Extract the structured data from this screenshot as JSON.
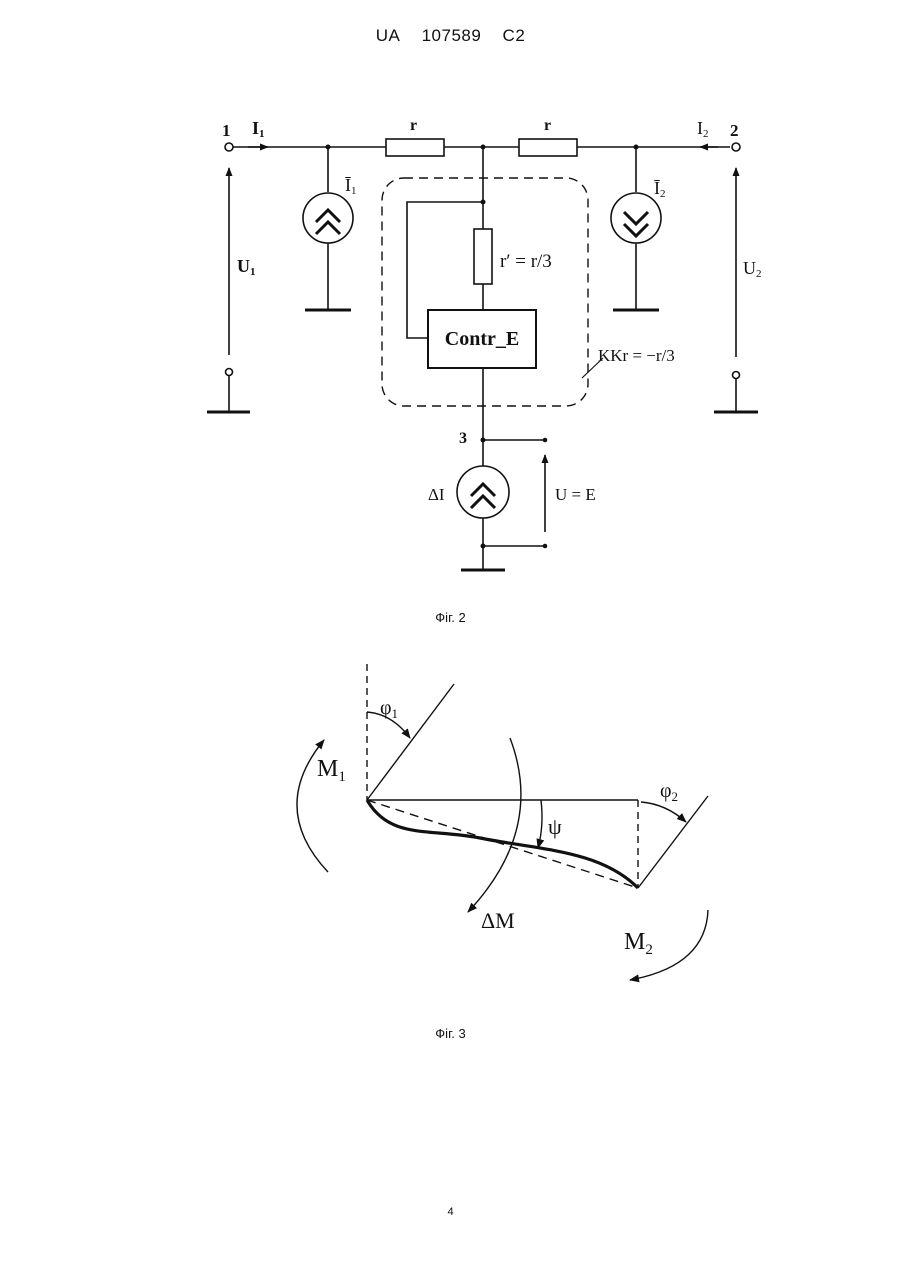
{
  "header": {
    "office": "UA",
    "number": "107589",
    "kind": "C2"
  },
  "fig2": {
    "caption": "Фіг. 2",
    "terminal_1": "1",
    "terminal_2": "2",
    "terminal_3": "3",
    "current_1": "I",
    "current_1_sub": "1",
    "current_2": "I",
    "current_2_sub": "2",
    "resistor_left": "r",
    "resistor_right": "r",
    "source_1": "Ī",
    "source_1_sub": "1",
    "source_2": "Ī",
    "source_2_sub": "2",
    "voltage_1": "U",
    "voltage_1_sub": "1",
    "voltage_2": "U",
    "voltage_2_sub": "2",
    "resistor_inner": "r′ = r/3",
    "controller": "Contr_E",
    "converter": "KKr = −r/3",
    "delta_source": "ΔI",
    "voltage_out": "U = E"
  },
  "fig3": {
    "caption": "Фіг. 3",
    "angle_1": "φ",
    "angle_1_sub": "1",
    "angle_2": "φ",
    "angle_2_sub": "2",
    "moment_1": "M",
    "moment_1_sub": "1",
    "moment_2": "M",
    "moment_2_sub": "2",
    "twist_angle": "ψ",
    "delta_moment": "ΔM"
  },
  "page_number": "4"
}
